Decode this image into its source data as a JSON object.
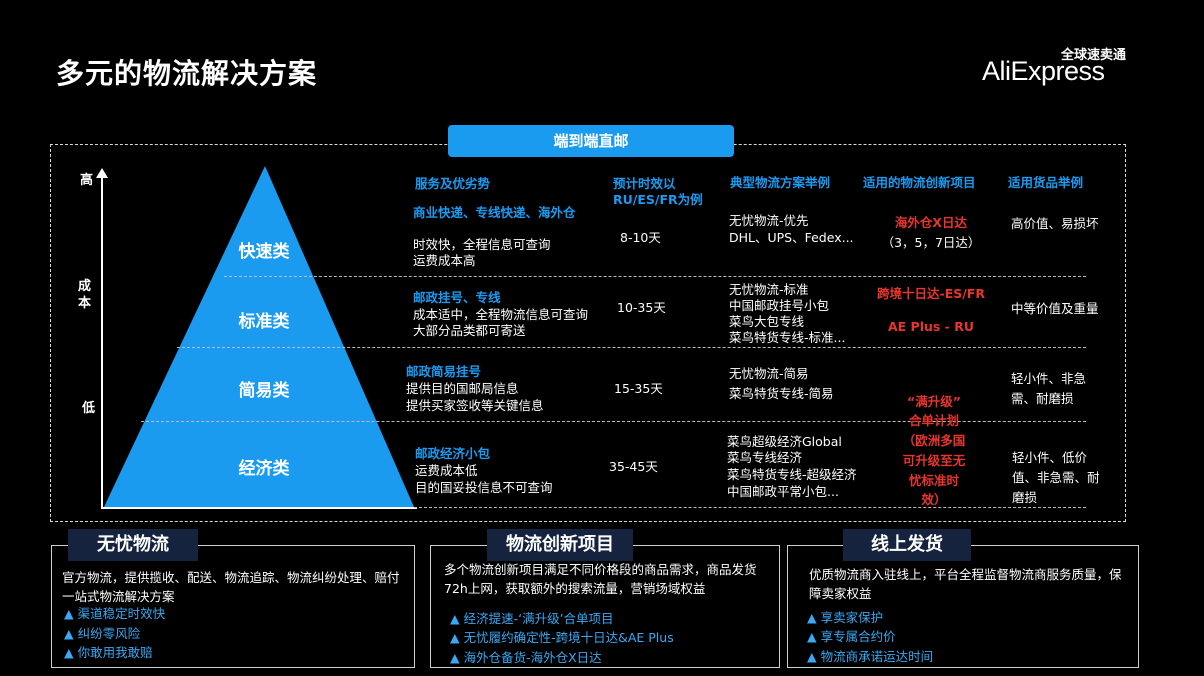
{
  "page": {
    "title": "多元的物流解决方案",
    "logo_cn": "全球速卖通",
    "logo_en": "AliExpress"
  },
  "banner": "端到端直邮",
  "axis": {
    "top": "高",
    "middle": "成本",
    "bottom": "低"
  },
  "pyramid": [
    "快速类",
    "标准类",
    "简易类",
    "经济类"
  ],
  "headers": {
    "service": "服务及优劣势",
    "time": "预计时效以RU/ES/FR为例",
    "example": "典型物流方案举例",
    "innovation": "适用的物流创新项目",
    "goods": "适用货品举例"
  },
  "rows": [
    {
      "service_title": "商业快递、专线快递、海外仓",
      "service_lines": [
        "时效快，全程信息可查询",
        "运费成本高"
      ],
      "time": "8-10天",
      "examples": [
        "无忧物流-优先",
        "DHL、UPS、Fedex..."
      ],
      "innovation": [
        "海外仓X日达",
        "（3，5，7日达）"
      ],
      "goods": [
        "高价值、易损坏"
      ]
    },
    {
      "service_title": "邮政挂号、专线",
      "service_lines": [
        "成本适中，全程物流信息可查询",
        "大部分品类都可寄送"
      ],
      "time": "10-35天",
      "examples": [
        "无忧物流-标准",
        "中国邮政挂号小包",
        "菜鸟大包专线",
        "菜鸟特货专线-标准..."
      ],
      "innovation": [
        "跨境十日达-ES/FR",
        "AE Plus - RU"
      ],
      "goods": [
        "中等价值及重量"
      ]
    },
    {
      "service_title": "邮政简易挂号",
      "service_lines": [
        "提供目的国邮局信息",
        "提供买家签收等关键信息"
      ],
      "time": "15-35天",
      "examples": [
        "无忧物流-简易",
        "菜鸟特货专线-简易"
      ],
      "innovation": [],
      "goods": [
        "轻小件、非急",
        "需、耐磨损"
      ]
    },
    {
      "service_title": "邮政经济小包",
      "service_lines": [
        "运费成本低",
        "目的国妥投信息不可查询"
      ],
      "time": "35-45天",
      "examples": [
        "菜鸟超级经济Global",
        "菜鸟专线经济",
        "菜鸟特货专线-超级经济",
        "中国邮政平常小包..."
      ],
      "innovation": [
        "“满升级”",
        "合单计划",
        "（欧洲多国",
        "可升级至无",
        "忧标准时",
        "效）"
      ],
      "goods": [
        "轻小件、低价",
        "值、非急需、耐",
        "磨损"
      ]
    }
  ],
  "boxes": [
    {
      "title": "无忧物流",
      "text": "官方物流，提供揽收、配送、物流追踪、物流纠纷处理、赔付一站式物流解决方案",
      "bullets": [
        "▲ 渠道稳定时效快",
        "▲ 纠纷零风险",
        "▲ 你敢用我敢赔"
      ]
    },
    {
      "title": "物流创新项目",
      "text": "多个物流创新项目满足不同价格段的商品需求，商品发货72h上网，获取额外的搜索流量，营销场域权益",
      "bullets": [
        "▲ 经济提速-‘满升级’合单项目",
        "▲ 无忧履约确定性-跨境十日达&AE Plus",
        "▲ 海外仓备货-海外仓X日达"
      ]
    },
    {
      "title": "线上发货",
      "text": "优质物流商入驻线上，平台全程监督物流商服务质量，保障卖家权益",
      "bullets": [
        "▲ 享卖家保护",
        "▲ 享专属合约价",
        "▲ 物流商承诺运达时间"
      ]
    }
  ],
  "colors": {
    "accent": "#1a9bf0",
    "red": "#e8352e",
    "box_title_bg": "#15233e"
  }
}
